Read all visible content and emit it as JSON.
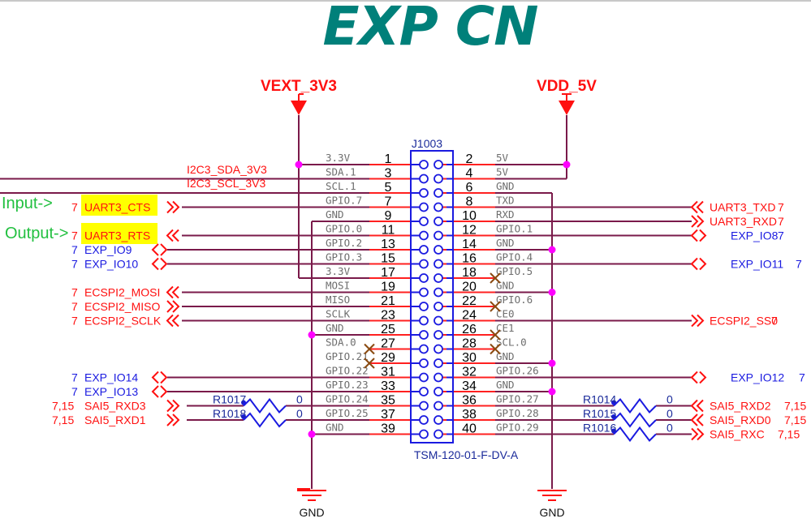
{
  "title": "EXP CN",
  "power": {
    "left": "VEXT_3V3",
    "right": "VDD_5V"
  },
  "connector": {
    "ref": "J1003",
    "part": "TSM-120-01-F-DV-A",
    "pins_left": [
      {
        "num": "1",
        "name": "3.3V"
      },
      {
        "num": "3",
        "name": "SDA.1"
      },
      {
        "num": "5",
        "name": "SCL.1"
      },
      {
        "num": "7",
        "name": "GPIO.7"
      },
      {
        "num": "9",
        "name": "GND"
      },
      {
        "num": "11",
        "name": "GPIO.0"
      },
      {
        "num": "13",
        "name": "GPIO.2"
      },
      {
        "num": "15",
        "name": "GPIO.3"
      },
      {
        "num": "17",
        "name": "3.3V"
      },
      {
        "num": "19",
        "name": "MOSI"
      },
      {
        "num": "21",
        "name": "MISO"
      },
      {
        "num": "23",
        "name": "SCLK"
      },
      {
        "num": "25",
        "name": "GND"
      },
      {
        "num": "27",
        "name": "SDA.0"
      },
      {
        "num": "29",
        "name": "GPIO.21"
      },
      {
        "num": "31",
        "name": "GPIO.22"
      },
      {
        "num": "33",
        "name": "GPIO.23"
      },
      {
        "num": "35",
        "name": "GPIO.24"
      },
      {
        "num": "37",
        "name": "GPIO.25"
      },
      {
        "num": "39",
        "name": "GND"
      }
    ],
    "pins_right": [
      {
        "num": "2",
        "name": "5V"
      },
      {
        "num": "4",
        "name": "5V"
      },
      {
        "num": "6",
        "name": "GND"
      },
      {
        "num": "8",
        "name": "TXD"
      },
      {
        "num": "10",
        "name": "RXD"
      },
      {
        "num": "12",
        "name": "GPIO.1"
      },
      {
        "num": "14",
        "name": "GND"
      },
      {
        "num": "16",
        "name": "GPIO.4"
      },
      {
        "num": "18",
        "name": "GPIO.5"
      },
      {
        "num": "20",
        "name": "GND"
      },
      {
        "num": "22",
        "name": "GPIO.6"
      },
      {
        "num": "24",
        "name": "CE0"
      },
      {
        "num": "26",
        "name": "CE1"
      },
      {
        "num": "28",
        "name": "SCL.0"
      },
      {
        "num": "30",
        "name": "GND"
      },
      {
        "num": "32",
        "name": "GPIO.26"
      },
      {
        "num": "34",
        "name": "GND"
      },
      {
        "num": "36",
        "name": "GPIO.27"
      },
      {
        "num": "38",
        "name": "GPIO.28"
      },
      {
        "num": "40",
        "name": "GPIO.29"
      }
    ]
  },
  "i2c_nets": [
    {
      "label": "I2C3_SDA_3V3"
    },
    {
      "label": "I2C3_SCL_3V3"
    }
  ],
  "annotations": {
    "input": "Input->",
    "output": "Output->"
  },
  "left_ports": [
    {
      "ref": "7",
      "label": "UART3_CTS",
      "color": "red",
      "highlight": true
    },
    {
      "ref": "7",
      "label": "UART3_RTS",
      "color": "red",
      "highlight": true
    },
    {
      "ref": "7",
      "label": "EXP_IO9",
      "color": "blue"
    },
    {
      "ref": "7",
      "label": "EXP_IO10",
      "color": "blue"
    },
    {
      "ref": "7",
      "label": "ECSPI2_MOSI",
      "color": "red"
    },
    {
      "ref": "7",
      "label": "ECSPI2_MISO",
      "color": "red"
    },
    {
      "ref": "7",
      "label": "ECSPI2_SCLK",
      "color": "red"
    },
    {
      "ref": "7",
      "label": "EXP_IO14",
      "color": "blue"
    },
    {
      "ref": "7",
      "label": "EXP_IO13",
      "color": "blue"
    },
    {
      "ref": "7,15",
      "label": "SAI5_RXD3",
      "color": "red"
    },
    {
      "ref": "7,15",
      "label": "SAI5_RXD1",
      "color": "red"
    }
  ],
  "right_ports": [
    {
      "ref": "7",
      "label": "UART3_TXD",
      "color": "red"
    },
    {
      "ref": "7",
      "label": "UART3_RXD",
      "color": "red"
    },
    {
      "ref": "7",
      "label": "EXP_IO8",
      "color": "blue"
    },
    {
      "ref": "7",
      "label": "EXP_IO11",
      "color": "blue"
    },
    {
      "ref": "7",
      "label": "ECSPI2_SS0",
      "color": "red"
    },
    {
      "ref": "7",
      "label": "EXP_IO12",
      "color": "blue"
    },
    {
      "ref": "7,15",
      "label": "SAI5_RXD2",
      "color": "red"
    },
    {
      "ref": "7,15",
      "label": "SAI5_RXD0",
      "color": "red"
    },
    {
      "ref": "7,15",
      "label": "SAI5_RXC",
      "color": "red"
    }
  ],
  "resistors": [
    {
      "ref": "R1017",
      "value": "0"
    },
    {
      "ref": "R1018",
      "value": "0"
    },
    {
      "ref": "R1014",
      "value": "0"
    },
    {
      "ref": "R1015",
      "value": "0"
    },
    {
      "ref": "R1016",
      "value": "0"
    }
  ],
  "ground": {
    "left": "GND",
    "right": "GND"
  },
  "colors": {
    "title": "#00807a",
    "net_label_red": "#ff1010",
    "net_label_blue": "#1a1ae0",
    "wire": "#7a1a4a",
    "junction": "#ff00ff",
    "highlight": "#ffff00",
    "connector_body": "#1a1ae0",
    "annotation": "#22c040"
  }
}
